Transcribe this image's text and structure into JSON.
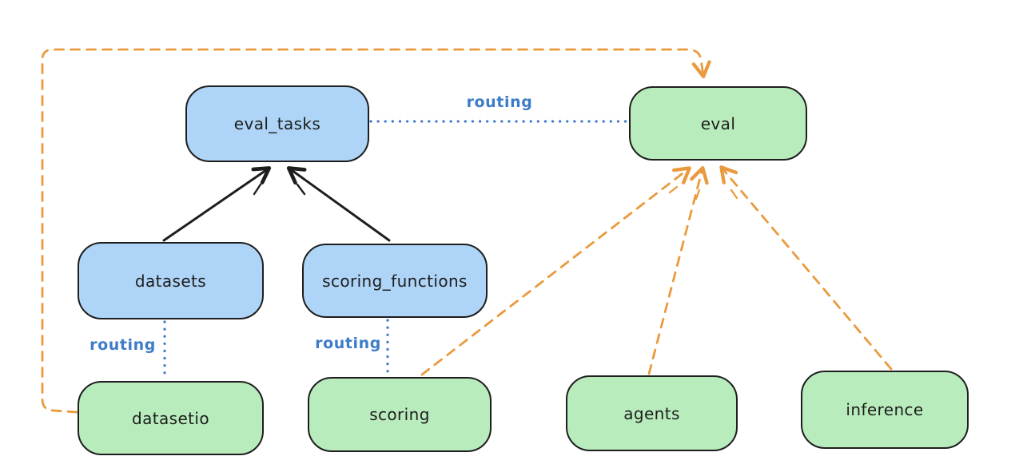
{
  "diagram": {
    "background": "#ffffff",
    "colors": {
      "node_border": "#1e1e1e",
      "blue_node_fill": "#aed5f7",
      "green_node_fill": "#b8ecbc",
      "routing_blue": "#3d7cc9",
      "provider_orange": "#ea9a3e",
      "dependency_black": "#1e1e1e"
    },
    "nodes": [
      {
        "id": "eval_tasks",
        "label": "eval_tasks",
        "color": "blue"
      },
      {
        "id": "eval",
        "label": "eval",
        "color": "green"
      },
      {
        "id": "datasets",
        "label": "datasets",
        "color": "blue"
      },
      {
        "id": "scoring_functions",
        "label": "scoring_functions",
        "color": "blue"
      },
      {
        "id": "datasetio",
        "label": "datasetio",
        "color": "green"
      },
      {
        "id": "scoring",
        "label": "scoring",
        "color": "green"
      },
      {
        "id": "agents",
        "label": "agents",
        "color": "green"
      },
      {
        "id": "inference",
        "label": "inference",
        "color": "green"
      }
    ],
    "edges": [
      {
        "from": "datasets",
        "to": "eval_tasks",
        "style": "solid",
        "color": "black",
        "arrow": true,
        "label": ""
      },
      {
        "from": "scoring_functions",
        "to": "eval_tasks",
        "style": "solid",
        "color": "black",
        "arrow": true,
        "label": ""
      },
      {
        "from": "eval_tasks",
        "to": "eval",
        "style": "dotted",
        "color": "blue",
        "arrow": false,
        "label": "routing"
      },
      {
        "from": "datasets",
        "to": "datasetio",
        "style": "dotted",
        "color": "blue",
        "arrow": false,
        "label": "routing"
      },
      {
        "from": "scoring_functions",
        "to": "scoring",
        "style": "dotted",
        "color": "blue",
        "arrow": false,
        "label": "routing"
      },
      {
        "from": "datasetio",
        "to": "eval",
        "style": "dashed",
        "color": "orange",
        "arrow": true,
        "label": ""
      },
      {
        "from": "scoring",
        "to": "eval",
        "style": "dashed",
        "color": "orange",
        "arrow": true,
        "label": ""
      },
      {
        "from": "agents",
        "to": "eval",
        "style": "dashed",
        "color": "orange",
        "arrow": true,
        "label": ""
      },
      {
        "from": "inference",
        "to": "eval",
        "style": "dashed",
        "color": "orange",
        "arrow": true,
        "label": ""
      }
    ]
  }
}
